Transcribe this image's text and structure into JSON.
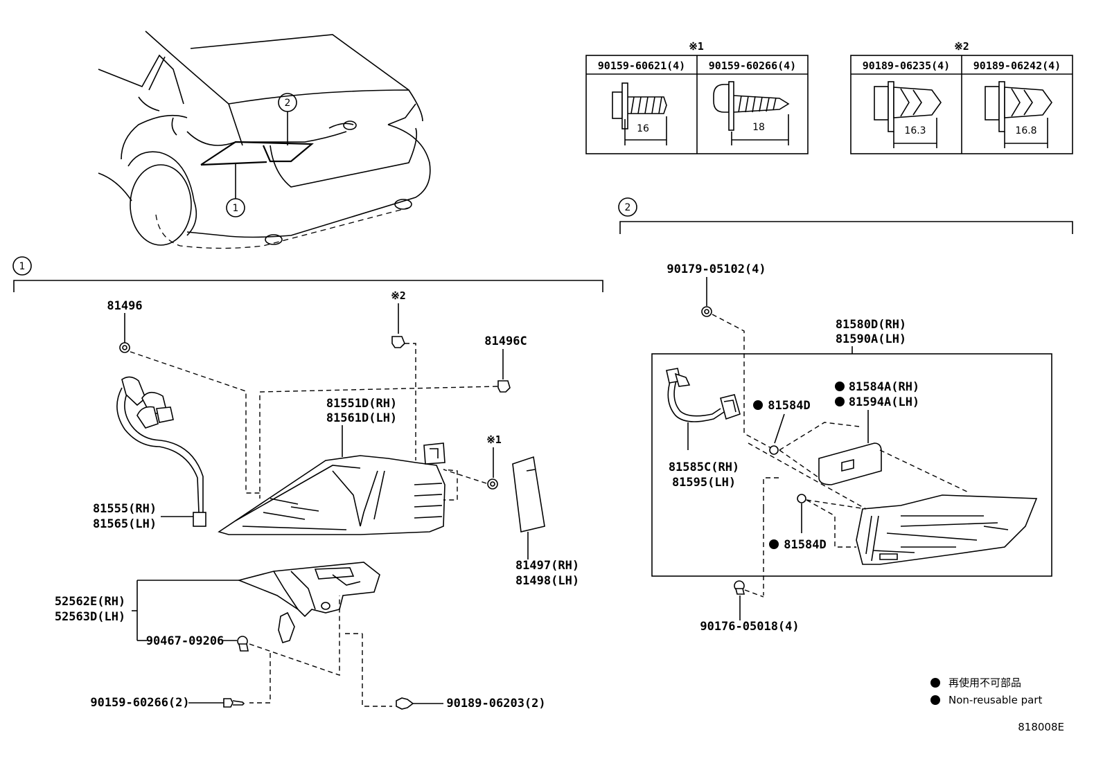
{
  "callout_1": "1",
  "callout_2": "2",
  "table1": {
    "mark": "※1",
    "col1": "90159-60621(4)",
    "col2": "90159-60266(4)",
    "dim1": "16",
    "dim2": "18"
  },
  "table2": {
    "mark": "※2",
    "col1": "90189-06235(4)",
    "col2": "90189-06242(4)",
    "dim1": "16.3",
    "dim2": "16.8"
  },
  "group1": {
    "p81496": "81496",
    "mark2": "※2",
    "p81496C": "81496C",
    "p81551D": "81551D(RH)",
    "p81561D": "81561D(LH)",
    "mark1": "※1",
    "p81555": "81555(RH)",
    "p81565": "81565(LH)",
    "p81497": "81497(RH)",
    "p81498": "81498(LH)",
    "p52562E": "52562E(RH)",
    "p52563D": "52563D(LH)",
    "p90467": "90467-09206",
    "p90159": "90159-60266(2)",
    "p90189": "90189-06203(2)"
  },
  "group2": {
    "p90179": "90179-05102(4)",
    "p81580D": "81580D(RH)",
    "p81590A": "81590A(LH)",
    "p81584A": "81584A(RH)",
    "p81594A": "81594A(LH)",
    "p81584D_a": "81584D",
    "p81584D_b": "81584D",
    "p81585C": "81585C(RH)",
    "p81595": "81595(LH)",
    "p90176": "90176-05018(4)"
  },
  "legend": {
    "jp": "再使用不可部品",
    "en": "Non-reusable part"
  },
  "diagram_id": "818008E"
}
